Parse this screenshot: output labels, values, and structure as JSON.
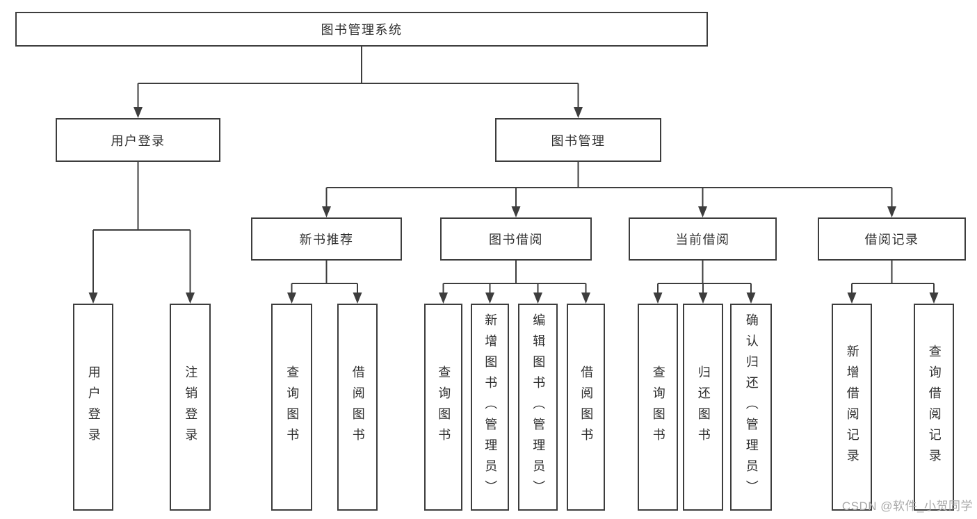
{
  "tree": {
    "root": {
      "label": "图书管理系统",
      "children": [
        {
          "label": "用户登录",
          "children": [
            {
              "label": "用户登录"
            },
            {
              "label": "注销登录"
            }
          ]
        },
        {
          "label": "图书管理",
          "children": [
            {
              "label": "新书推荐",
              "children": [
                {
                  "label": "查询图书"
                },
                {
                  "label": "借阅图书"
                }
              ]
            },
            {
              "label": "图书借阅",
              "children": [
                {
                  "label": "查询图书"
                },
                {
                  "label": "新增图书（管理员）"
                },
                {
                  "label": "编辑图书（管理员）"
                },
                {
                  "label": "借阅图书"
                }
              ]
            },
            {
              "label": "当前借阅",
              "children": [
                {
                  "label": "查询图书"
                },
                {
                  "label": "归还图书"
                },
                {
                  "label": "确认归还（管理员）"
                }
              ]
            },
            {
              "label": "借阅记录",
              "children": [
                {
                  "label": "新增借阅记录"
                },
                {
                  "label": "查询借阅记录"
                }
              ]
            }
          ]
        }
      ]
    }
  },
  "watermark": "CSDN @软件_小贺同学",
  "colors": {
    "line": "#3d3d3d",
    "border": "#3d3d3d",
    "text": "#2e2e2e",
    "background": "#ffffff",
    "watermark": "#a9a9a9"
  }
}
